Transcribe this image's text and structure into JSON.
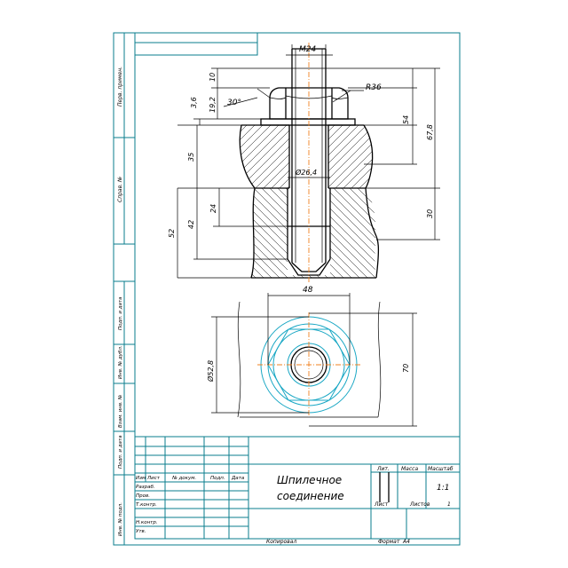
{
  "dimensions": {
    "m24": "M24",
    "r36": "R36",
    "ang30": "30°",
    "d10": "10",
    "d36": "3,6",
    "d192": "19,2",
    "d54": "54",
    "d678": "67,8",
    "d35": "35",
    "d264": "Ø26,4",
    "d24": "24",
    "d42": "42",
    "d52": "52",
    "d30": "30",
    "d48": "48",
    "d528": "Ø52,8",
    "d70": "70"
  },
  "side_labels": {
    "s1": "Перв. примен.",
    "s2": "Справ. №",
    "s3": "Подп. и дата",
    "s4": "Инв. № дубл.",
    "s5": "Взам. инв. №",
    "s6": "Подп. и дата",
    "s7": "Инв. № подл."
  },
  "title_block": {
    "title_line1": "Шпилечное",
    "title_line2": "соединение",
    "col_izm": "Изм",
    "col_list": "Лист",
    "col_ndok": "№ докум.",
    "col_podp": "Подп.",
    "col_data": "Дата",
    "razrab": "Разраб.",
    "prov": "Пров.",
    "tkontr": "Т.контр.",
    "nkontr": "Н.контр.",
    "utv": "Утв.",
    "lit": "Лит.",
    "massa": "Масса",
    "masshtab": "Масштаб",
    "scale_value": "1:1",
    "list": "Лист",
    "listov": "Листов",
    "listov_value": "1"
  },
  "footer": {
    "kopiroval": "Копировал",
    "format": "Формат",
    "format_value": "А4"
  }
}
